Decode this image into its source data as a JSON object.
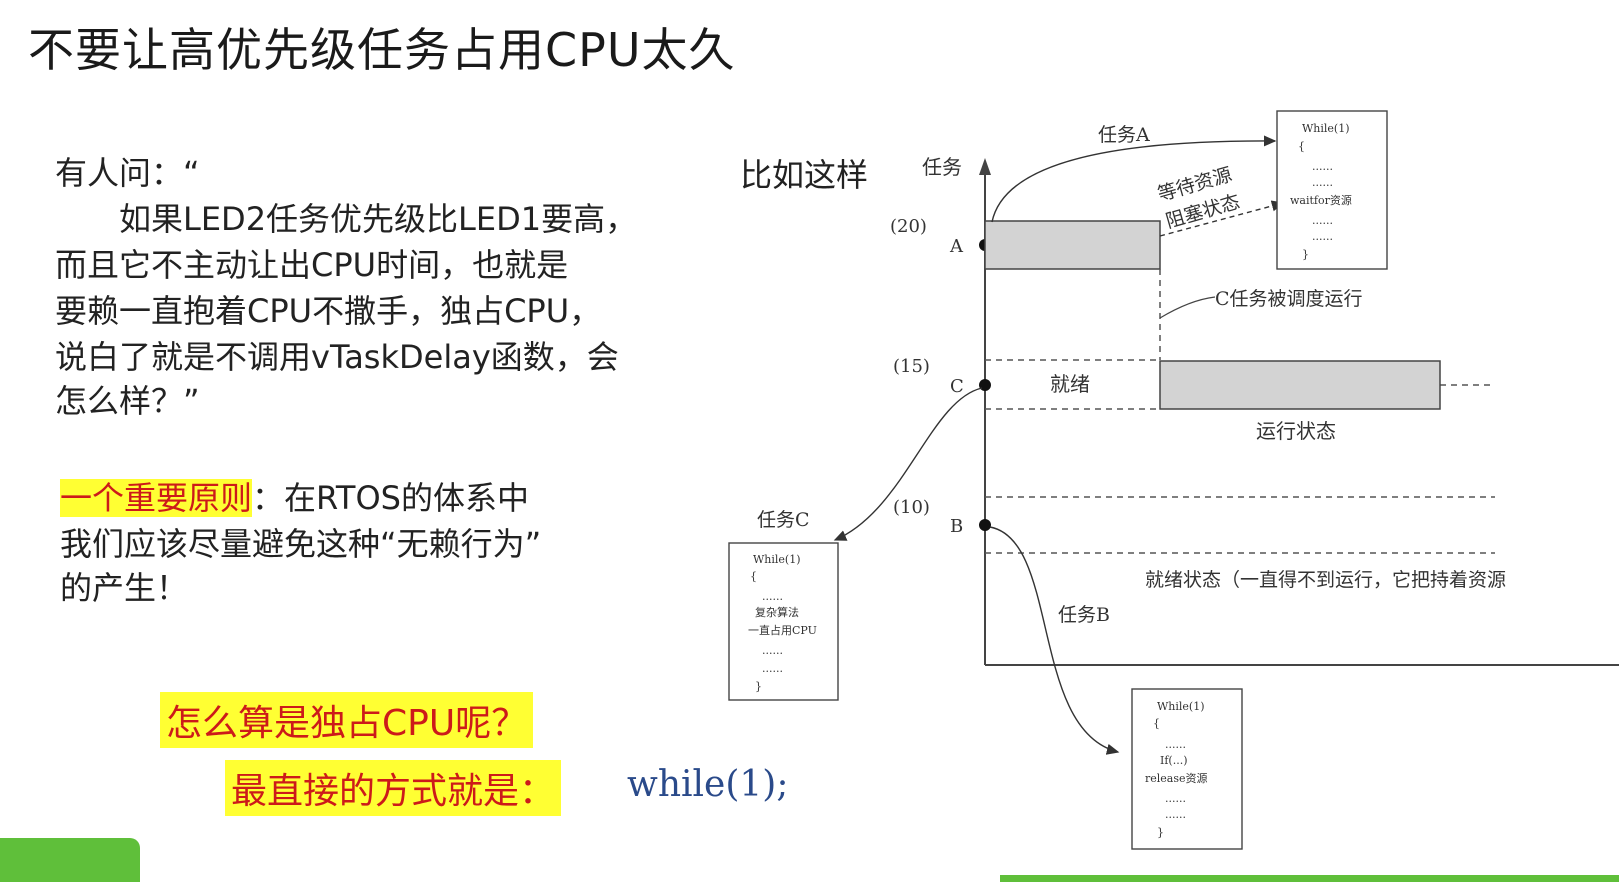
{
  "title": "不要让高优先级任务占用CPU太久",
  "question": {
    "lines": [
      "有人问：“",
      "　　如果LED2任务优先级比LED1要高，",
      "而且它不主动让出CPU时间，也就是",
      "要赖一直抱着CPU不撒手，独占CPU，",
      "说白了就是不调用vTaskDelay函数，会",
      "怎么样？”"
    ]
  },
  "principle": {
    "highlight": "一个重要原则",
    "line1_rest": "：在RTOS的体系中",
    "line2": "我们应该尽量避免这种“无赖行为”",
    "line3": "的产生！"
  },
  "bottom": {
    "q": "怎么算是独占CPU呢？",
    "answer_label": "最直接的方式就是：",
    "answer_code": "while(1);"
  },
  "example_label": "比如这样",
  "diagram": {
    "y_axis_label": "任务",
    "priorities": [
      "(20)",
      "(15)",
      "(10)"
    ],
    "task_letters": [
      "A",
      "C",
      "B"
    ],
    "task_a_label": "任务A",
    "wait_label_1": "等待资源",
    "wait_label_2": "阻塞状态",
    "c_scheduled": "C任务被调度运行",
    "ready": "就绪",
    "running": "运行状态",
    "task_c_label": "任务C",
    "task_b_label": "任务B",
    "b_ready_state": "就绪状态（一直得不到运行，它把持着资源",
    "box_a": [
      "While(1)",
      "{",
      "......",
      "......",
      "waitfor资源",
      "......",
      "......",
      "}"
    ],
    "box_c": [
      "While(1)",
      "{",
      "......",
      "复杂算法",
      "一直占用CPU",
      "......",
      "......",
      "}"
    ],
    "box_b": [
      "While(1)",
      "{",
      "......",
      "If(...)",
      "release资源",
      "......",
      "......",
      "}"
    ]
  }
}
